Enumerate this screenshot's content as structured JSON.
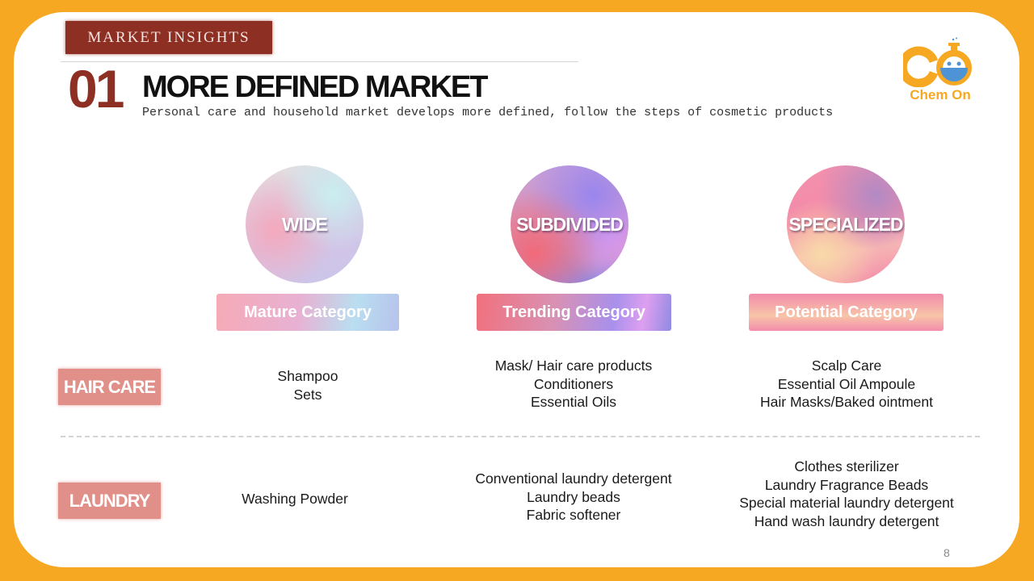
{
  "header": {
    "tag": "MARKET INSIGHTS",
    "number": "01",
    "title": "MORE DEFINED MARKET",
    "subtitle": "Personal care and household market develops more defined, follow the steps of cosmetic products"
  },
  "logo": {
    "initials": "CO",
    "name": "Chem On",
    "brand_color": "#f7a823"
  },
  "colors": {
    "frame": "#f7a823",
    "accent": "#8e2f23",
    "row_label": "#e09089"
  },
  "columns": [
    {
      "circle": "WIDE",
      "category": "Mature Category"
    },
    {
      "circle": "SUBDIVIDED",
      "category": "Trending Category"
    },
    {
      "circle": "SPECIALIZED",
      "category": "Potential Category"
    }
  ],
  "rows": [
    {
      "label": "HAIR CARE",
      "cells": [
        [
          "Shampoo",
          "Sets"
        ],
        [
          "Mask/ Hair care products",
          "Conditioners",
          "Essential Oils"
        ],
        [
          "Scalp Care",
          "Essential Oil Ampoule",
          "Hair Masks/Baked ointment"
        ]
      ]
    },
    {
      "label": "LAUNDRY",
      "cells": [
        [
          "Washing Powder"
        ],
        [
          "Conventional laundry detergent",
          "Laundry beads",
          "Fabric softener"
        ],
        [
          "Clothes sterilizer",
          "Laundry Fragrance Beads",
          "Special material laundry detergent",
          "Hand wash laundry detergent"
        ]
      ]
    }
  ],
  "page_number": "8"
}
